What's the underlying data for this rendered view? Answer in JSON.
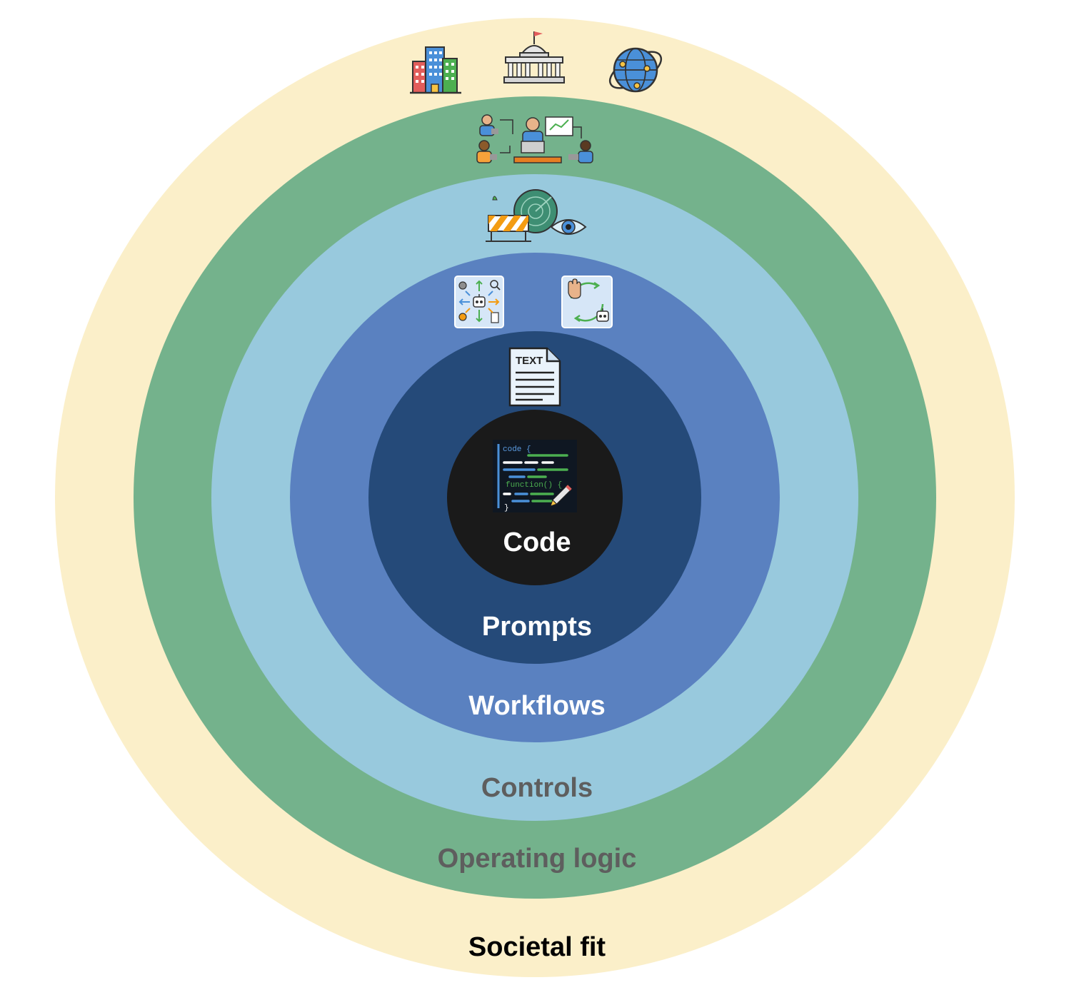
{
  "layers": [
    {
      "id": "societal-fit",
      "label": "Societal fit",
      "fill": "#FBEFC9",
      "label_color": "#000000"
    },
    {
      "id": "operating-logic",
      "label": "Operating logic",
      "fill": "#74B28C",
      "label_color": "#5E5E5E"
    },
    {
      "id": "controls",
      "label": "Controls",
      "fill": "#98C9DD",
      "label_color": "#5E5E5E"
    },
    {
      "id": "workflows",
      "label": "Workflows",
      "fill": "#5A81C0",
      "label_color": "#FFFFFF"
    },
    {
      "id": "prompts",
      "label": "Prompts",
      "fill": "#254A79",
      "label_color": "#FFFFFF"
    },
    {
      "id": "code",
      "label": "Code",
      "fill": "#1A1A1A",
      "label_color": "#FFFFFF"
    }
  ],
  "icons": {
    "prompts_doc_text": "TEXT",
    "code_snippet_line1": "code {",
    "code_snippet_line2": "function() {",
    "code_snippet_line3": "}"
  }
}
